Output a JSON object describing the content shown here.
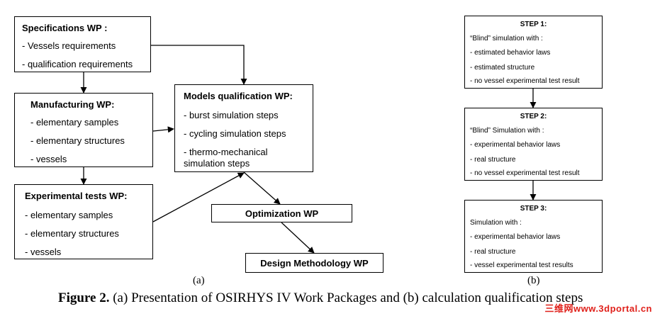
{
  "left_diagram": {
    "specifications": {
      "title": "Specifications WP :",
      "items": [
        "- Vessels requirements",
        "- qualification requirements"
      ]
    },
    "manufacturing": {
      "title": "Manufacturing WP:",
      "items": [
        "- elementary samples",
        "- elementary structures",
        "- vessels"
      ]
    },
    "experimental": {
      "title": "Experimental tests WP:",
      "items": [
        "- elementary samples",
        "- elementary structures",
        "- vessels"
      ]
    },
    "models": {
      "title": "Models qualification WP:",
      "items": [
        "- burst simulation steps",
        "- cycling simulation steps",
        "- thermo-mechanical\nsimulation steps"
      ]
    },
    "optimization": {
      "title": "Optimization WP"
    },
    "design": {
      "title": "Design Methodology WP"
    },
    "label": "(a)"
  },
  "right_diagram": {
    "step1": {
      "title": "STEP 1:",
      "items": [
        "“Blind” simulation with :",
        "- estimated behavior laws",
        "- estimated structure",
        "- no vessel experimental test result"
      ]
    },
    "step2": {
      "title": "STEP 2:",
      "items": [
        "“Blind” Simulation with :",
        "- experimental behavior laws",
        "- real structure",
        "- no vessel experimental test result"
      ]
    },
    "step3": {
      "title": "STEP 3:",
      "items": [
        "Simulation with :",
        "- experimental behavior laws",
        "- real structure",
        "- vessel experimental test results"
      ]
    },
    "label": "(b)"
  },
  "caption": {
    "prefix": "Figure 2.",
    "text": " (a) Presentation of OSIRHYS IV Work Packages and (b) calculation qualification steps"
  },
  "watermark": "三维网www.3dportal.cn"
}
